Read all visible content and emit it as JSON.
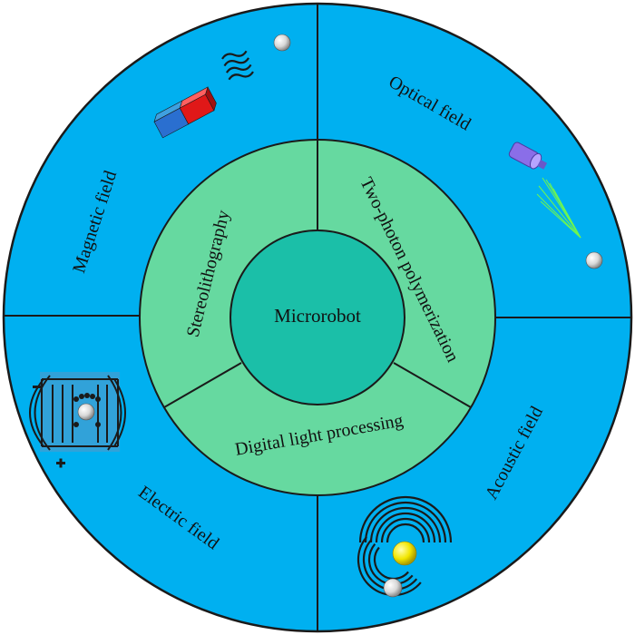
{
  "center": {
    "label": "Microrobot"
  },
  "fabrication_methods": {
    "stereolithography": "Stereolithography",
    "two_photon": "Two-photon polymerization",
    "dlp": "Digital light processing"
  },
  "actuation_fields": {
    "magnetic": "Magnetic field",
    "optical": "Optical field",
    "electric": "Electric field",
    "acoustic": "Acoustic field"
  },
  "colors": {
    "outer_ring": "#00b0f0",
    "middle_ring": "#66d9a0",
    "center": "#1bbfa8",
    "stroke": "#1a1a1a"
  }
}
